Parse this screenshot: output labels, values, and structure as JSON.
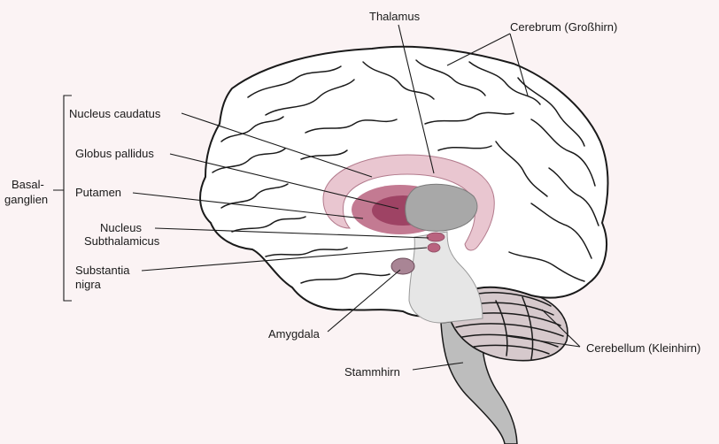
{
  "labels": {
    "thalamus": "Thalamus",
    "cerebrum": "Cerebrum (Großhirn)",
    "nucleus_caudatus": "Nucleus caudatus",
    "globus_pallidus": "Globus pallidus",
    "putamen": "Putamen",
    "nucleus_subthalamicus_1": "Nucleus",
    "nucleus_subthalamicus_2": "Subthalamicus",
    "substantia_nigra_1": "Substantia",
    "substantia_nigra_2": "nigra",
    "basalganglien_1": "Basal-",
    "basalganglien_2": "ganglien",
    "amygdala": "Amygdala",
    "stammhirn": "Stammhirn",
    "cerebellum": "Cerebellum (Kleinhirn)"
  },
  "colors": {
    "background": "#fbf3f4",
    "caudate": "#e9c6d0",
    "putamen": "#b9637f",
    "pallidus": "#9a3d5f",
    "thalamus": "#a8a8a8",
    "brainstem": "#e6e6e6",
    "stammhirn_lower": "#bdbdbd",
    "cerebellum": "#d6c9cc"
  }
}
